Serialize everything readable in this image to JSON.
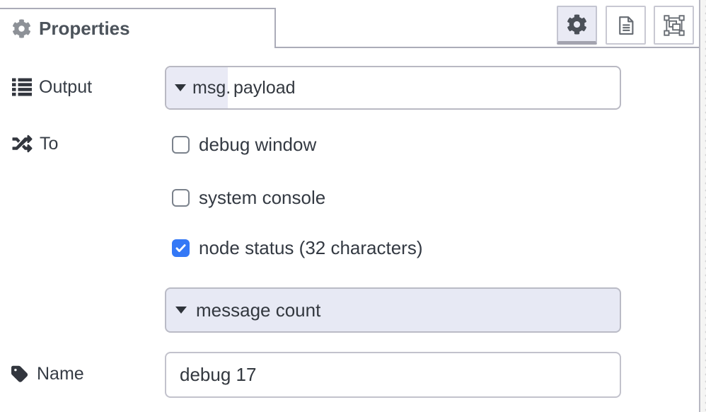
{
  "header": {
    "tab_label": "Properties",
    "buttons": [
      {
        "name": "properties",
        "active": true
      },
      {
        "name": "description",
        "active": false
      },
      {
        "name": "appearance",
        "active": false
      }
    ]
  },
  "form": {
    "output": {
      "label": "Output",
      "prefix": "msg.",
      "value": "payload"
    },
    "to": {
      "label": "To",
      "options": [
        {
          "label": "debug window",
          "checked": false
        },
        {
          "label": "system console",
          "checked": false
        },
        {
          "label": "node status (32 characters)",
          "checked": true
        }
      ],
      "status_type": "message count"
    },
    "name": {
      "label": "Name",
      "value": "debug 17"
    }
  },
  "colors": {
    "accent_blue": "#3478f6",
    "lavender": "#e9eaf5",
    "border_gray": "#b9b9c3",
    "text_dark": "#343a43"
  }
}
